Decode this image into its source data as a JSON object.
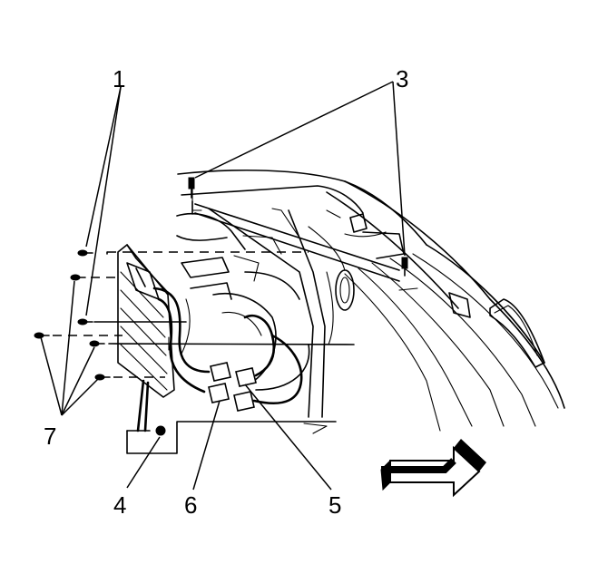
{
  "callouts": [
    {
      "id": "1",
      "text": "1"
    },
    {
      "id": "3",
      "text": "3"
    },
    {
      "id": "4",
      "text": "4"
    },
    {
      "id": "5",
      "text": "5"
    },
    {
      "id": "6",
      "text": "6"
    },
    {
      "id": "7",
      "text": "7"
    }
  ],
  "colors": {
    "line": "#000000",
    "background": "#ffffff"
  }
}
